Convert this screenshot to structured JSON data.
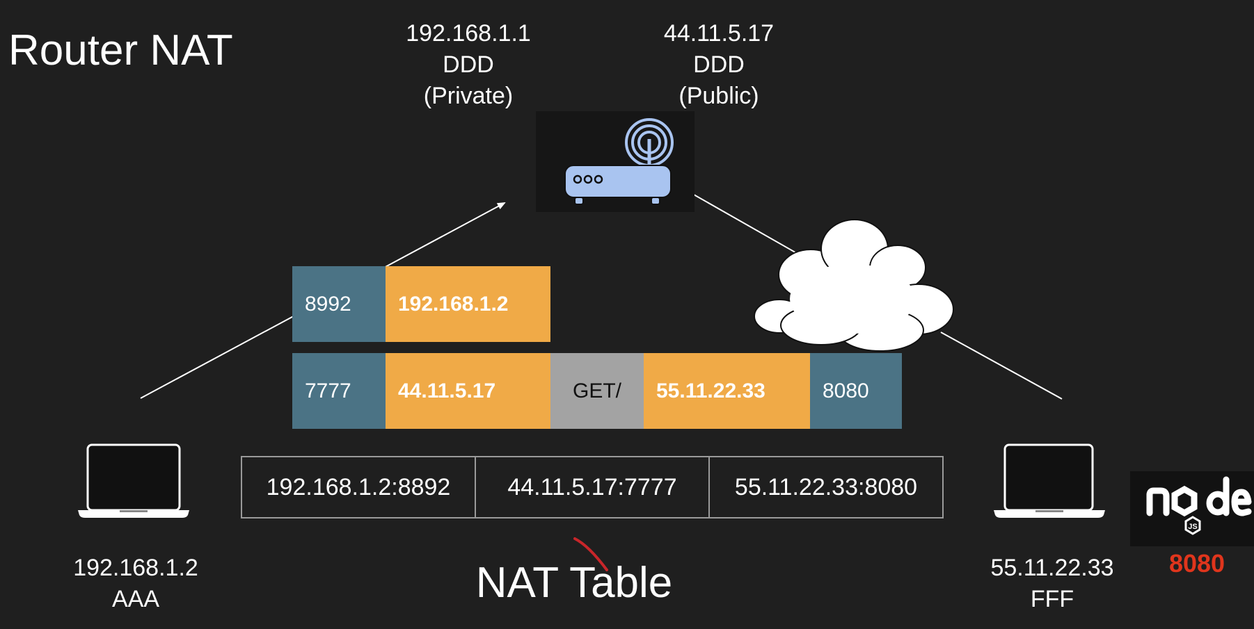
{
  "title": "Router NAT",
  "router": {
    "private": {
      "ip": "192.168.1.1",
      "name": "DDD",
      "kind": "(Private)"
    },
    "public": {
      "ip": "44.11.5.17",
      "name": "DDD",
      "kind": "(Public)"
    }
  },
  "client": {
    "ip": "192.168.1.2",
    "name": "AAA"
  },
  "server": {
    "ip": "55.11.22.33",
    "name": "FFF",
    "port": "8080",
    "logo": "node js"
  },
  "packet_original": {
    "port": "8992",
    "ip": "192.168.1.2"
  },
  "packet_translated": {
    "src_port": "7777",
    "src_ip": "44.11.5.17",
    "method": "GET/",
    "dst_ip": "55.11.22.33",
    "dst_port": "8080"
  },
  "nat_table": {
    "caption": "NAT Table",
    "cells": [
      "192.168.1.2:8892",
      "44.11.5.17:7777",
      "55.11.22.33:8080"
    ]
  },
  "colors": {
    "background": "#1f1f1f",
    "teal": "#4b7385",
    "orange": "#f0aa47",
    "grey": "#a3a3a3",
    "node_red": "#e0351c",
    "router_blue": "#a9c4f0"
  }
}
